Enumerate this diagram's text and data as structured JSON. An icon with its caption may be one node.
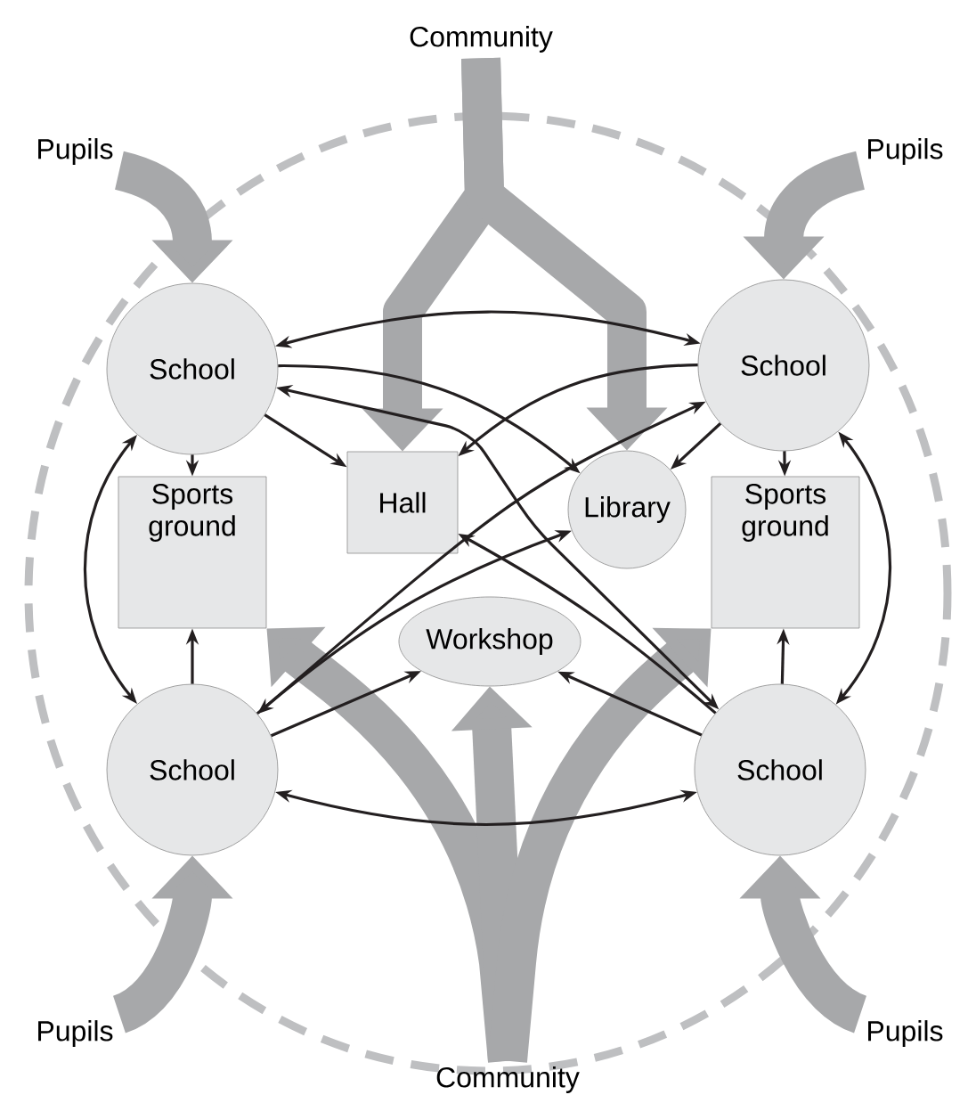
{
  "diagram": {
    "nodes": [
      {
        "text": [
          "Community"
        ]
      },
      {
        "text": [
          "Pupils"
        ]
      },
      {
        "text": [
          "Pupils"
        ]
      },
      {
        "text": [
          "School"
        ]
      },
      {
        "text": [
          "School"
        ]
      },
      {
        "text": [
          "Sports ground"
        ]
      },
      {
        "text": [
          "Hall"
        ]
      },
      {
        "text": [
          "Library"
        ]
      },
      {
        "text": [
          "Sports ground"
        ]
      },
      {
        "text": [
          "Workshop"
        ]
      },
      {
        "text": [
          "School"
        ]
      },
      {
        "text": [
          "School"
        ]
      },
      {
        "text": [
          "Pupils"
        ]
      },
      {
        "text": [
          "Pupils"
        ]
      },
      {
        "text": [
          "Community"
        ]
      }
    ],
    "edges": [
      {
        "from": 3,
        "to": 4,
        "arrow": "both"
      },
      {
        "from": 3,
        "to": 7,
        "arrow": "to"
      },
      {
        "from": 3,
        "to": 6,
        "arrow": "to"
      },
      {
        "from": 3,
        "to": 5,
        "arrow": "to"
      },
      {
        "from": 4,
        "to": 6,
        "arrow": "to"
      },
      {
        "from": 4,
        "to": 7,
        "arrow": "to"
      },
      {
        "from": 4,
        "to": 8,
        "arrow": "to"
      },
      {
        "from": 3,
        "to": 11,
        "arrow": "both"
      },
      {
        "from": 4,
        "to": 10,
        "arrow": "both"
      },
      {
        "from": 3,
        "to": 10,
        "arrow": "both"
      },
      {
        "from": 4,
        "to": 11,
        "arrow": "both"
      },
      {
        "from": 10,
        "to": 5,
        "arrow": "to"
      },
      {
        "from": 11,
        "to": 8,
        "arrow": "to"
      },
      {
        "from": 10,
        "to": 9,
        "arrow": "to"
      },
      {
        "from": 11,
        "to": 9,
        "arrow": "to"
      },
      {
        "from": 10,
        "to": 7,
        "arrow": "to"
      },
      {
        "from": 11,
        "to": 6,
        "arrow": "to"
      },
      {
        "from": 10,
        "to": 11,
        "arrow": "both"
      },
      {
        "from": 1,
        "to": 3,
        "arrow": "to",
        "style": "thick",
        "color": "#a7a8aa"
      },
      {
        "from": 2,
        "to": 4,
        "arrow": "to",
        "style": "thick",
        "color": "#a7a8aa"
      },
      {
        "from": 0,
        "to": 6,
        "arrow": "to",
        "style": "thick",
        "color": "#a7a8aa"
      },
      {
        "from": 0,
        "to": 7,
        "arrow": "to",
        "style": "thick",
        "color": "#a7a8aa"
      },
      {
        "from": 14,
        "to": 5,
        "arrow": "to",
        "style": "thick",
        "color": "#a7a8aa"
      },
      {
        "from": 14,
        "to": 9,
        "arrow": "to",
        "style": "thick",
        "color": "#a7a8aa"
      },
      {
        "from": 14,
        "to": 8,
        "arrow": "to",
        "style": "thick",
        "color": "#a7a8aa"
      },
      {
        "from": 12,
        "to": 10,
        "arrow": "to",
        "style": "thick",
        "color": "#a7a8aa"
      },
      {
        "from": 13,
        "to": 11,
        "arrow": "to",
        "style": "thick",
        "color": "#a7a8aa"
      }
    ]
  }
}
